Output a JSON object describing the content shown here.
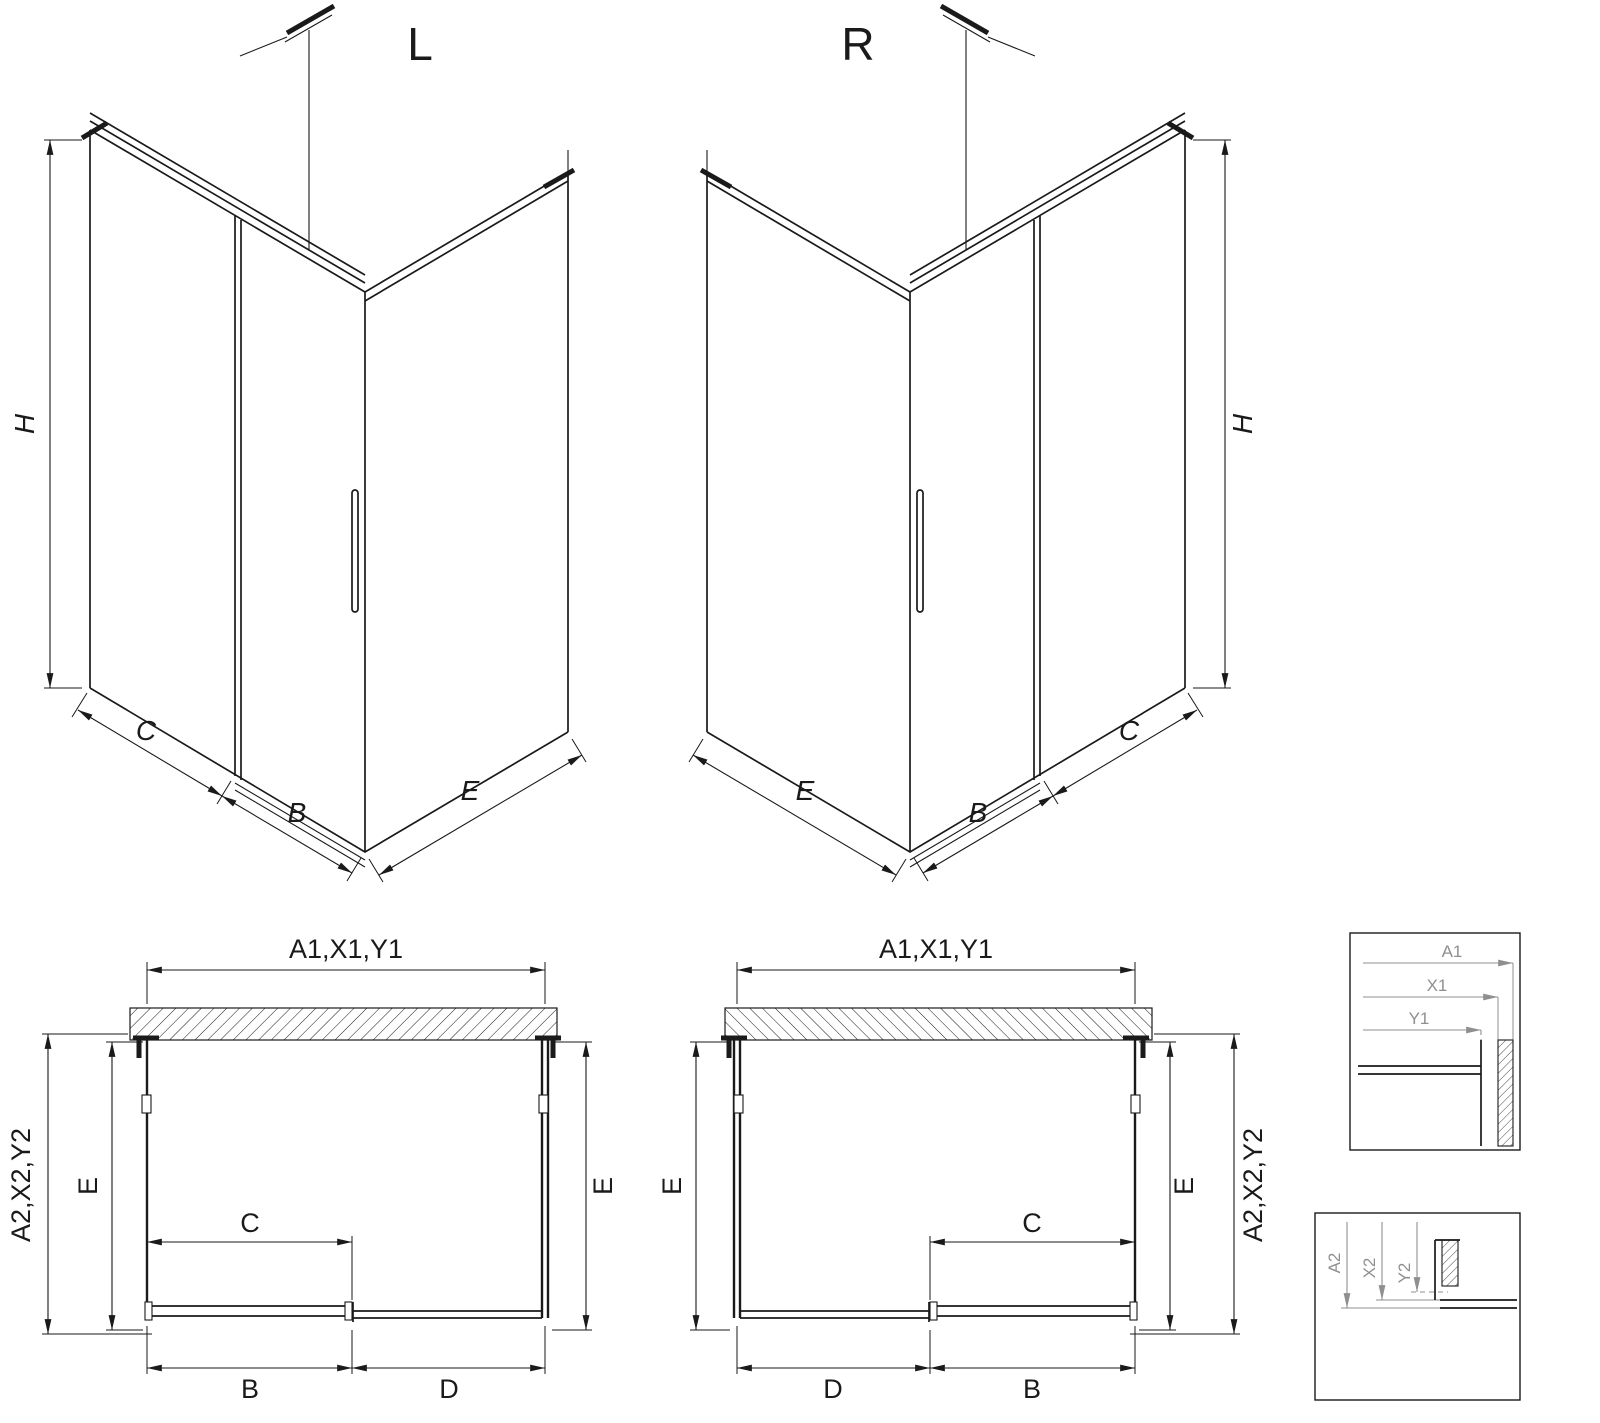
{
  "meta": {
    "line_color": "#1a1a1a",
    "detail_color": "#8f8f8f",
    "background": "#ffffff"
  },
  "iso_left": {
    "title": "L",
    "h": "H",
    "c": "C",
    "b": "B",
    "e": "E"
  },
  "iso_right": {
    "title": "R",
    "h": "H",
    "c": "C",
    "b": "B",
    "e": "E"
  },
  "plan_left": {
    "top": "A1,X1,Y1",
    "side": "A2,X2,Y2",
    "e_left": "E",
    "e_right": "E",
    "c": "C",
    "b": "B",
    "d": "D"
  },
  "plan_right": {
    "top": "A1,X1,Y1",
    "side": "A2,X2,Y2",
    "e_left": "E",
    "e_right": "E",
    "c": "C",
    "b": "B",
    "d": "D"
  },
  "detail_top": {
    "a1": "A1",
    "x1": "X1",
    "y1": "Y1"
  },
  "detail_bottom": {
    "a2": "A2",
    "x2": "X2",
    "y2": "Y2"
  }
}
